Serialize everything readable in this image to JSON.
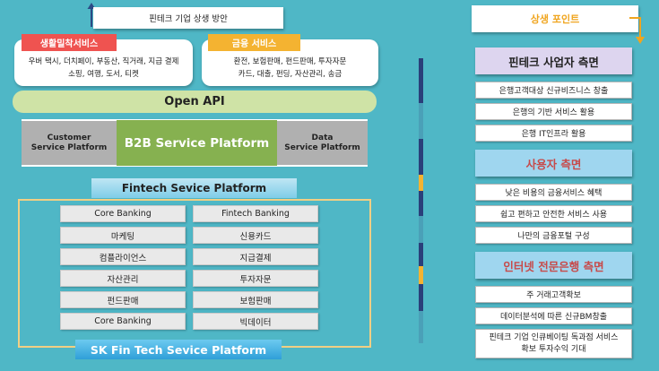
{
  "top_title": "핀테크 기업 상생 방안",
  "right_title": "상생 포인트",
  "life_service": {
    "tag": "생활밀착서비스",
    "line1": "우버 택시, 더치페이, 부동산, 직거래, 지급 결제",
    "line2": "소핑, 여행, 도서, 티켓"
  },
  "finance_service": {
    "tag": "금융 서비스",
    "line1": "환전, 보험판매, 펀드판매, 투자자문",
    "line2": "카드, 대출, 펀딩, 자산관리, 송금"
  },
  "open_api": "Open API",
  "b2b": {
    "left_line1": "Customer",
    "left_line2": "Service Platform",
    "center": "B2B Service Platform",
    "right_line1": "Data",
    "right_line2": "Service Platform"
  },
  "fintech_platform": "Fintech Sevice Platform",
  "grid_left": [
    "Core Banking",
    "마케팅",
    "컴플라이언스",
    "자산관리",
    "펀드판매",
    "Core Banking"
  ],
  "grid_right": [
    "Fintech Banking",
    "신용카드",
    "지급결제",
    "투자자문",
    "보험판매",
    "빅데이터"
  ],
  "sk_platform": "SK Fin Tech Sevice Platform",
  "sections": [
    {
      "title": "핀테크 사업자 측면",
      "items": [
        "은행고객대상 신규비즈니스 창출",
        "은행의 기반 서비스 활용",
        "은행 IT인프라 활용"
      ]
    },
    {
      "title": "사용자 측면",
      "items": [
        "낮은 비용의 금융서비스 혜택",
        "쉽고 편하고 안전한 서비스 사용",
        "나만의 금융포털 구성"
      ]
    },
    {
      "title": "인터넷 전문은행 측면",
      "items": [
        "주 거래고객확보",
        "데이터분석에 따른 신규BM창출",
        "핀테크 기업 인큐베이팅 독과점 서비스",
        "확보 투자수익 기대"
      ]
    }
  ],
  "colors": {
    "background": "#4fb7c6",
    "red_tag": "#ef5350",
    "orange_tag": "#f4b331",
    "b2b_green": "#86b150",
    "open_api_bar": "#cfe3a6",
    "header_lavender": "#ddd5ef",
    "header_sky": "#9fd6ef"
  }
}
